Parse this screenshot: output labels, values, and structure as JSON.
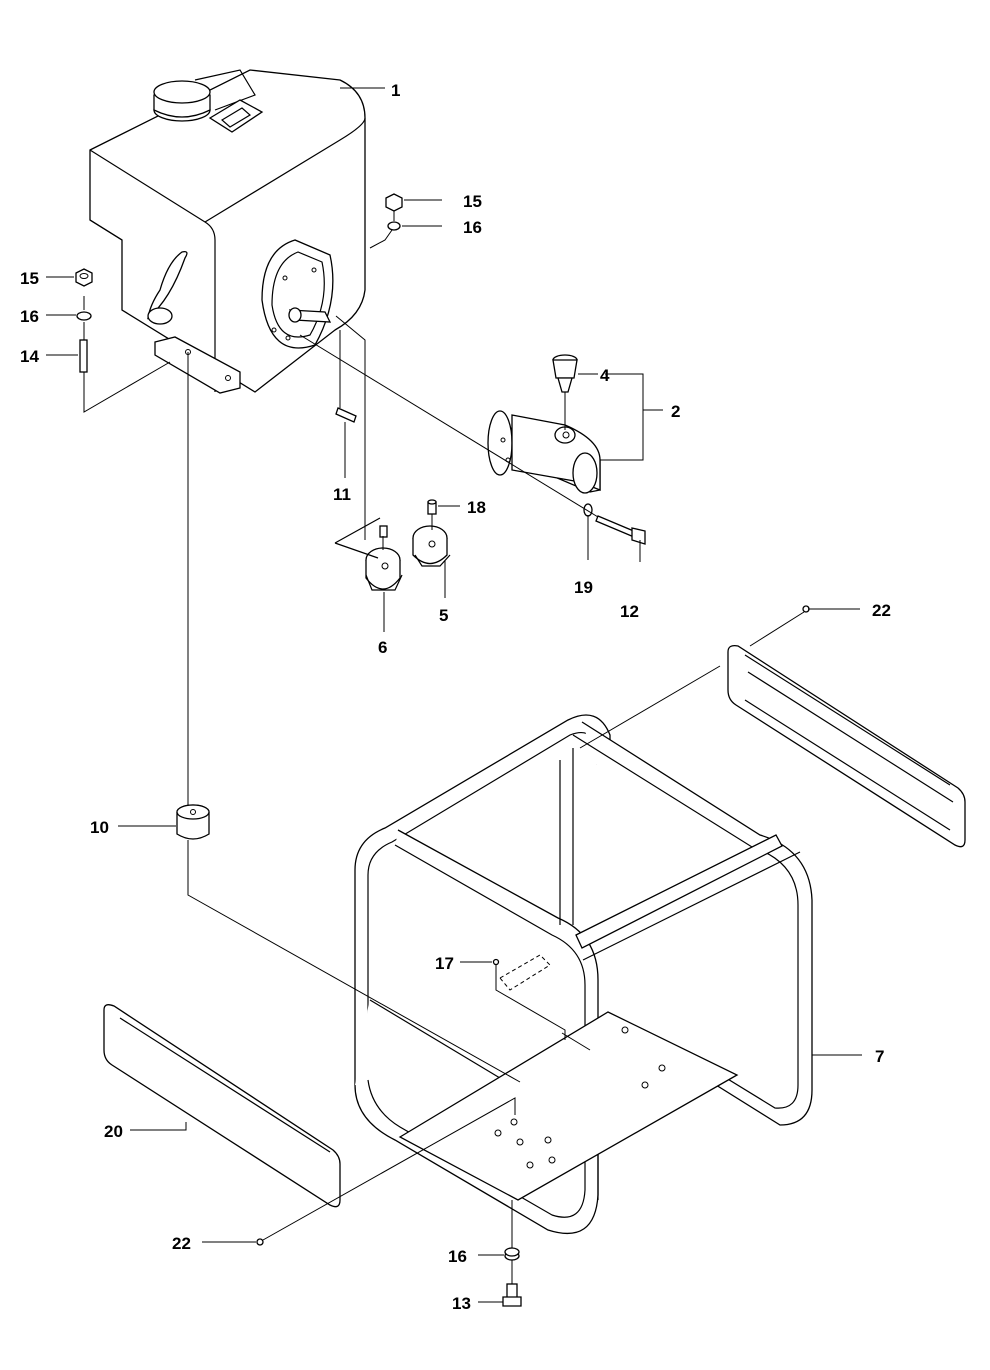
{
  "callouts": [
    {
      "id": "c1",
      "label": "1"
    },
    {
      "id": "c15a",
      "label": "15"
    },
    {
      "id": "c16a",
      "label": "16"
    },
    {
      "id": "c15b",
      "label": "15"
    },
    {
      "id": "c16b",
      "label": "16"
    },
    {
      "id": "c14",
      "label": "14"
    },
    {
      "id": "c4",
      "label": "4"
    },
    {
      "id": "c2",
      "label": "2"
    },
    {
      "id": "c11",
      "label": "11"
    },
    {
      "id": "c18",
      "label": "18"
    },
    {
      "id": "c19",
      "label": "19"
    },
    {
      "id": "c12",
      "label": "12"
    },
    {
      "id": "c5",
      "label": "5"
    },
    {
      "id": "c6",
      "label": "6"
    },
    {
      "id": "c22a",
      "label": "22"
    },
    {
      "id": "c10",
      "label": "10"
    },
    {
      "id": "c17",
      "label": "17"
    },
    {
      "id": "c7",
      "label": "7"
    },
    {
      "id": "c20",
      "label": "20"
    },
    {
      "id": "c22b",
      "label": "22"
    },
    {
      "id": "c16c",
      "label": "16"
    },
    {
      "id": "c13",
      "label": "13"
    }
  ]
}
